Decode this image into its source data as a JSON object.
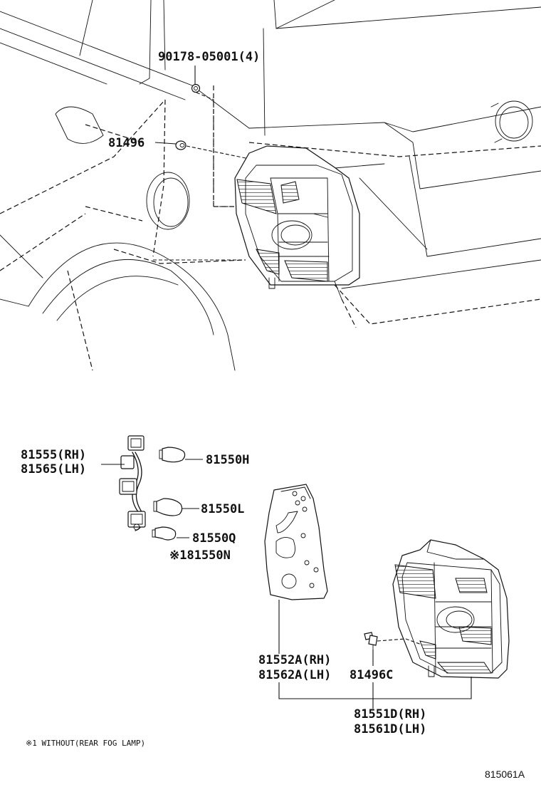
{
  "labels": {
    "nut": "90178-05001(4)",
    "grommet": "81496",
    "socket_rh": "81555(RH)",
    "socket_lh": "81565(LH)",
    "bulb_h": "81550H",
    "bulb_l": "81550L",
    "bulb_q": "81550Q",
    "bulb_n": "※181550N",
    "gasket_rh": "81552A(RH)",
    "gasket_lh": "81562A(LH)",
    "clip": "81496C",
    "lamp_rh": "81551D(RH)",
    "lamp_lh": "81561D(LH)"
  },
  "footnote": "※1 WITHOUT(REAR FOG LAMP)",
  "figure_id": "815061A",
  "icons": [
    "nut-icon",
    "grommet-icon",
    "socket-harness-icon",
    "bulb-icon",
    "gasket-icon",
    "tail-lamp-icon",
    "clip-icon"
  ]
}
